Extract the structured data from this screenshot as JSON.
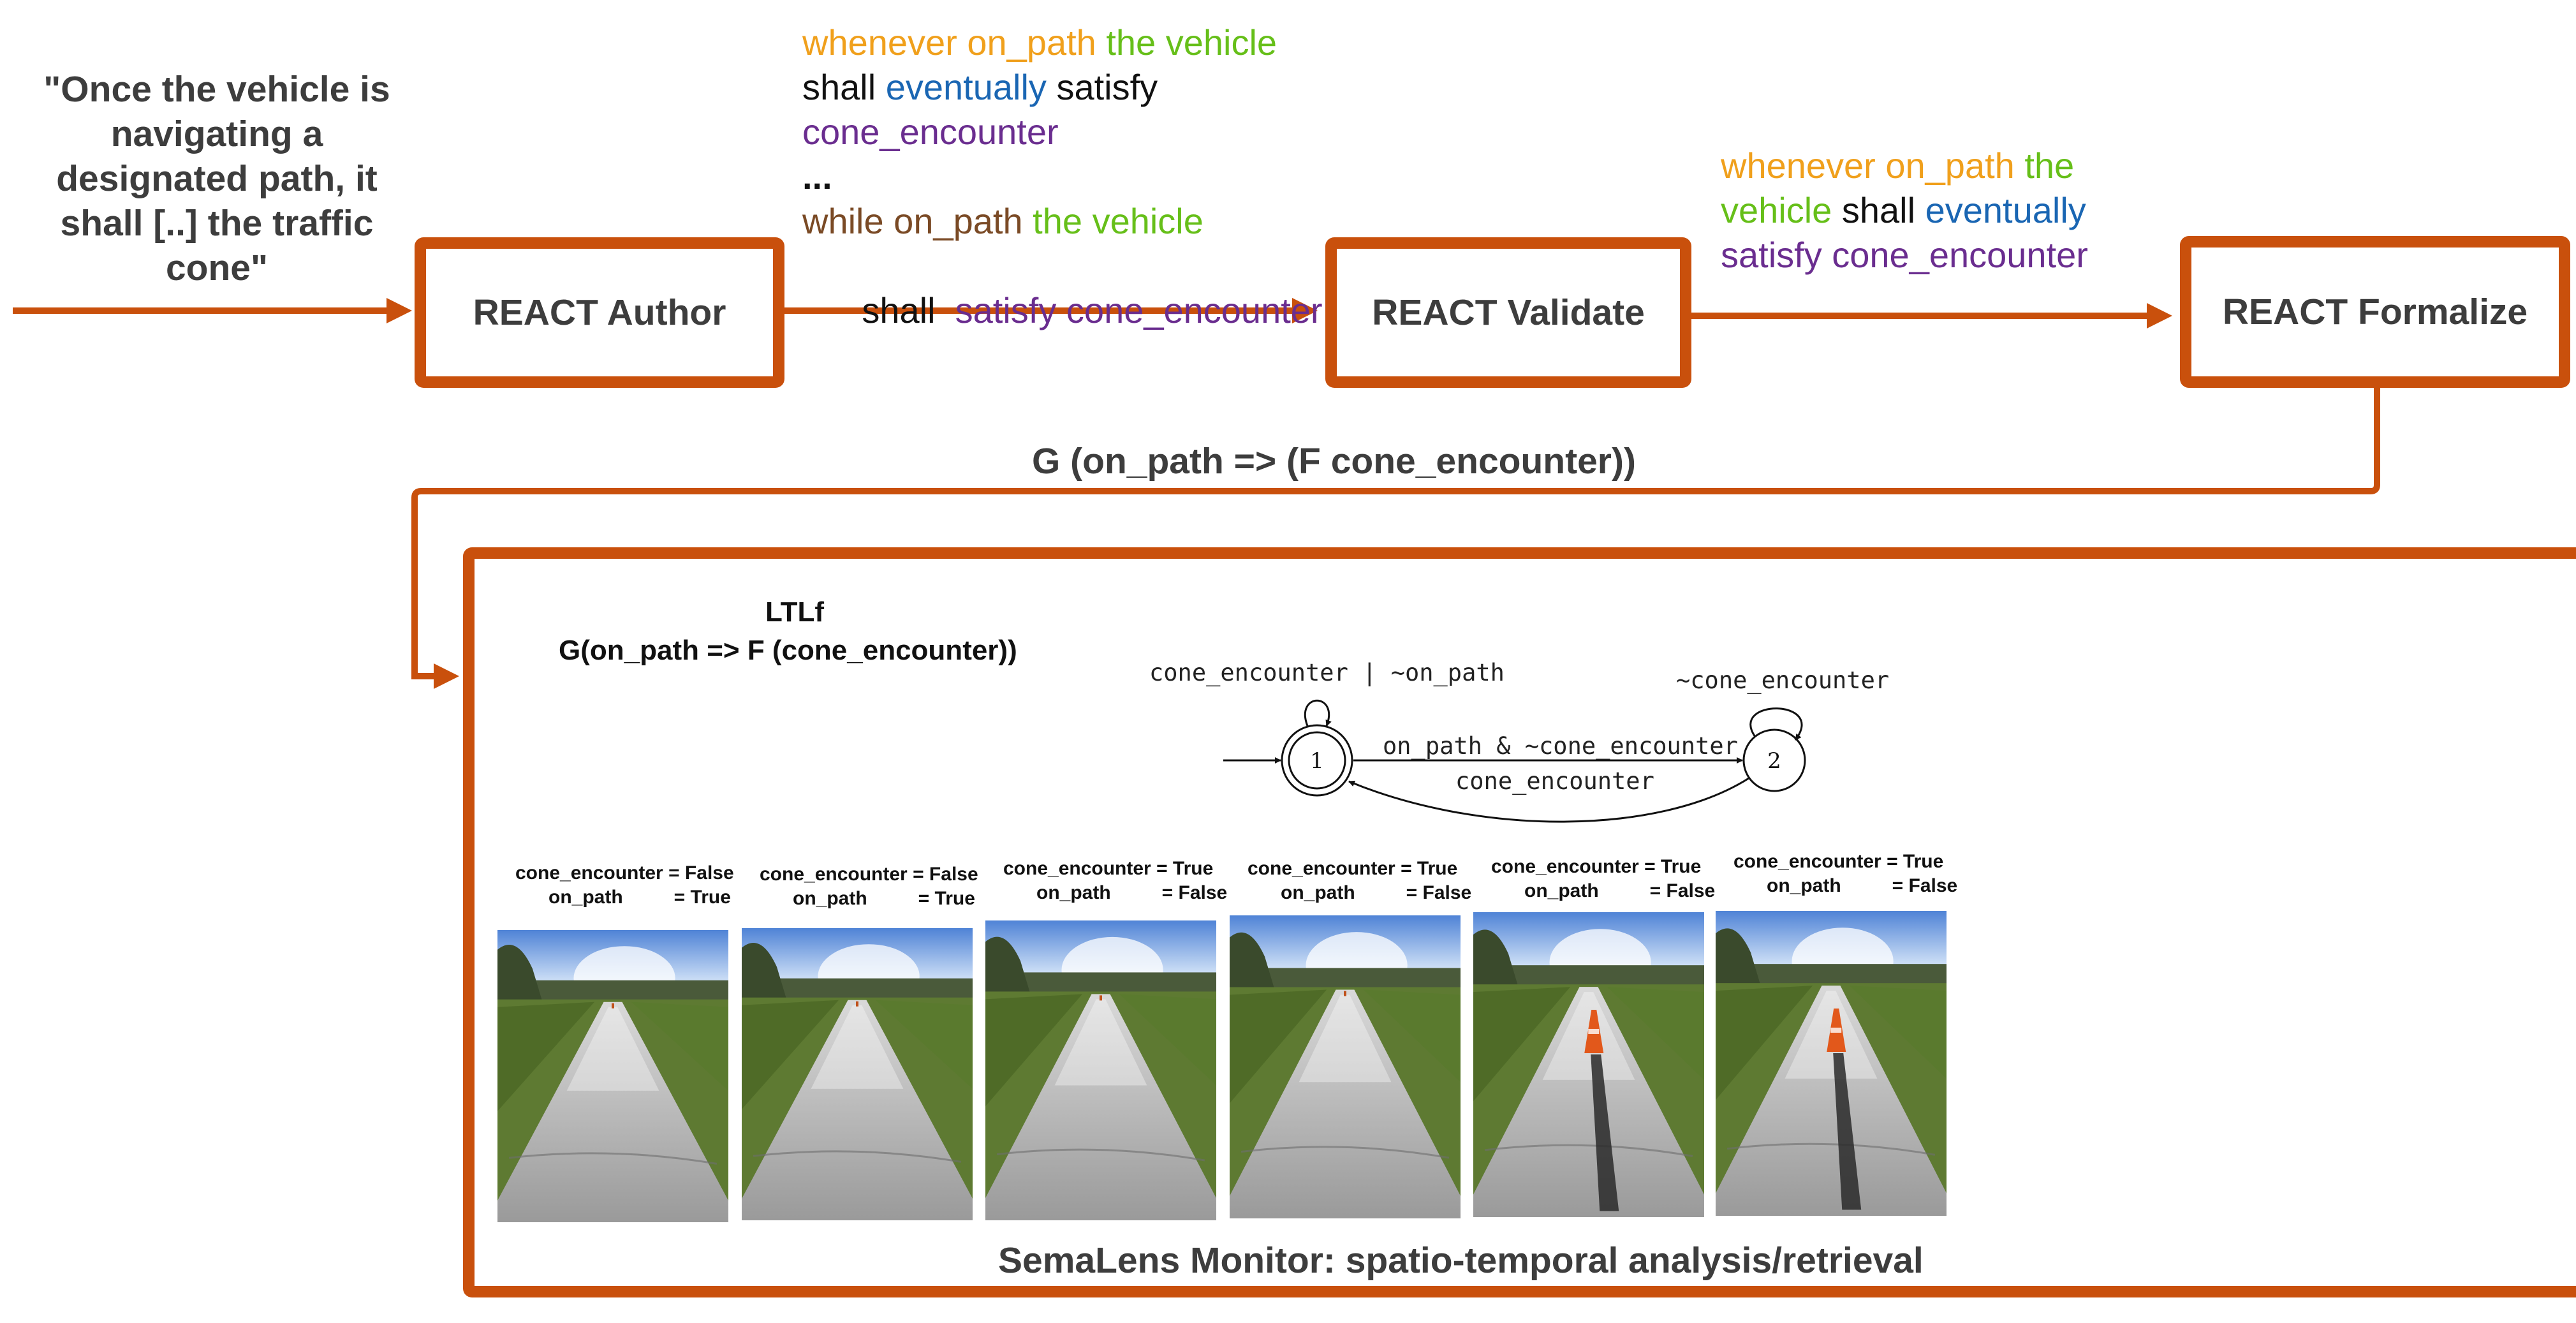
{
  "input_quote": [
    "\"Once the vehicle is",
    "navigating a",
    "designated path, it",
    "shall [..] the traffic",
    "cone\""
  ],
  "boxes": {
    "author": "REACT Author",
    "validate": "REACT Validate",
    "formalize": "REACT Formalize"
  },
  "author_output": {
    "line1": [
      {
        "text": "whenever on_path",
        "color": "orange"
      },
      {
        "text": " the vehicle",
        "color": "green"
      }
    ],
    "line2": [
      {
        "text": "shall ",
        "color": "black"
      },
      {
        "text": "eventually",
        "color": "blue"
      },
      {
        "text": " satisfy",
        "color": "black"
      }
    ],
    "line3": [
      {
        "text": "cone_encounter",
        "color": "purple"
      }
    ],
    "ellipsis": "...",
    "line5": [
      {
        "text": "while on_path",
        "color": "brown"
      },
      {
        "text": " the vehicle",
        "color": "green"
      }
    ],
    "line6": [
      {
        "text": "shall  ",
        "color": "black"
      },
      {
        "text": "satisfy cone_encounter",
        "color": "purple"
      }
    ]
  },
  "validate_output": {
    "line1": [
      {
        "text": "whenever on_path",
        "color": "orange"
      },
      {
        "text": " the",
        "color": "green"
      }
    ],
    "line2": [
      {
        "text": "vehicle",
        "color": "green"
      },
      {
        "text": " shall ",
        "color": "black"
      },
      {
        "text": "eventually",
        "color": "blue"
      }
    ],
    "line3": [
      {
        "text": "satisfy cone_encounter",
        "color": "purple"
      }
    ]
  },
  "formalized_ltl": "G (on_path => (F cone_encounter))",
  "monitor": {
    "ltlf_title": "LTLf",
    "ltlf_formula": "G(on_path => F (cone_encounter))",
    "automaton": {
      "state1": "1",
      "state2": "2",
      "self_loop_1": "cone_encounter | ~on_path",
      "self_loop_2": "~cone_encounter",
      "edge_1_to_2": "on_path & ~cone_encounter",
      "edge_2_to_1": "cone_encounter"
    },
    "frames": [
      {
        "cone_encounter_label": "cone_encounter",
        "cone_encounter_value": "= False",
        "on_path_label": "on_path",
        "on_path_value": "= True",
        "cone": false
      },
      {
        "cone_encounter_label": "cone_encounter",
        "cone_encounter_value": "= False",
        "on_path_label": "on_path",
        "on_path_value": "= True",
        "cone": false
      },
      {
        "cone_encounter_label": "cone_encounter",
        "cone_encounter_value": "= True",
        "on_path_label": "on_path",
        "on_path_value": "= False",
        "cone": false
      },
      {
        "cone_encounter_label": "cone_encounter",
        "cone_encounter_value": "= True",
        "on_path_label": "on_path",
        "on_path_value": "= False",
        "cone": false
      },
      {
        "cone_encounter_label": "cone_encounter",
        "cone_encounter_value": "= True",
        "on_path_label": "on_path",
        "on_path_value": "= False",
        "cone": true
      },
      {
        "cone_encounter_label": "cone_encounter",
        "cone_encounter_value": "= True",
        "on_path_label": "on_path",
        "on_path_value": "= False",
        "cone": true
      }
    ],
    "caption": "SemaLens Monitor: spatio-temporal analysis/retrieval"
  },
  "colors": {
    "accent": "#c9500c",
    "orange": "#f0a01c",
    "green": "#66bf19",
    "blue": "#1a66b3",
    "purple": "#6a2d8f",
    "brown": "#7a4a25",
    "black": "#111111"
  }
}
